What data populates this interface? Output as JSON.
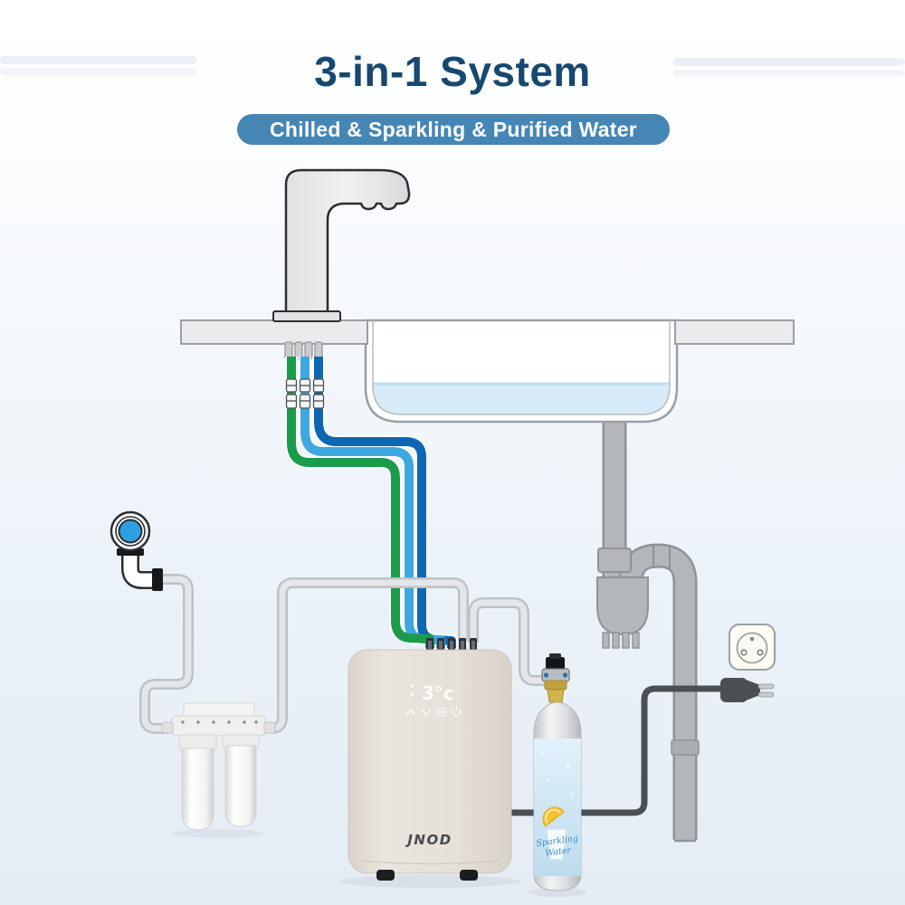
{
  "header": {
    "title": "3-in-1 System",
    "title_color": "#17486f",
    "banner_label": "Chilled & Sparkling & Purified Water",
    "banner_bg": "#4586b5",
    "banner_text_color": "#ffffff"
  },
  "unit": {
    "brand": "JNOD",
    "display_text": "3°c",
    "control_icons": [
      "up-arrow",
      "down-arrow",
      "menu-grid",
      "power"
    ]
  },
  "co2_cylinder": {
    "label_line1": "Sparkling",
    "label_line2": "Water"
  },
  "icons": {
    "up-arrow": "chevron-up touch key",
    "down-arrow": "chevron-down touch key",
    "menu-grid": "mode grid touch key",
    "power": "power touch key"
  },
  "colors": {
    "tube_green": "#1b9c4a",
    "tube_light_blue": "#3fa7e0",
    "tube_dark_blue": "#0f67b2",
    "tube_gray": "#c3c8cc",
    "drain_gray": "#b4b7ba",
    "cord_dark": "#4a4f54",
    "valve_knob_blue": "#2d9ee2",
    "unit_body": "#e2ddd5",
    "water_fill": "#d8ebf8"
  }
}
